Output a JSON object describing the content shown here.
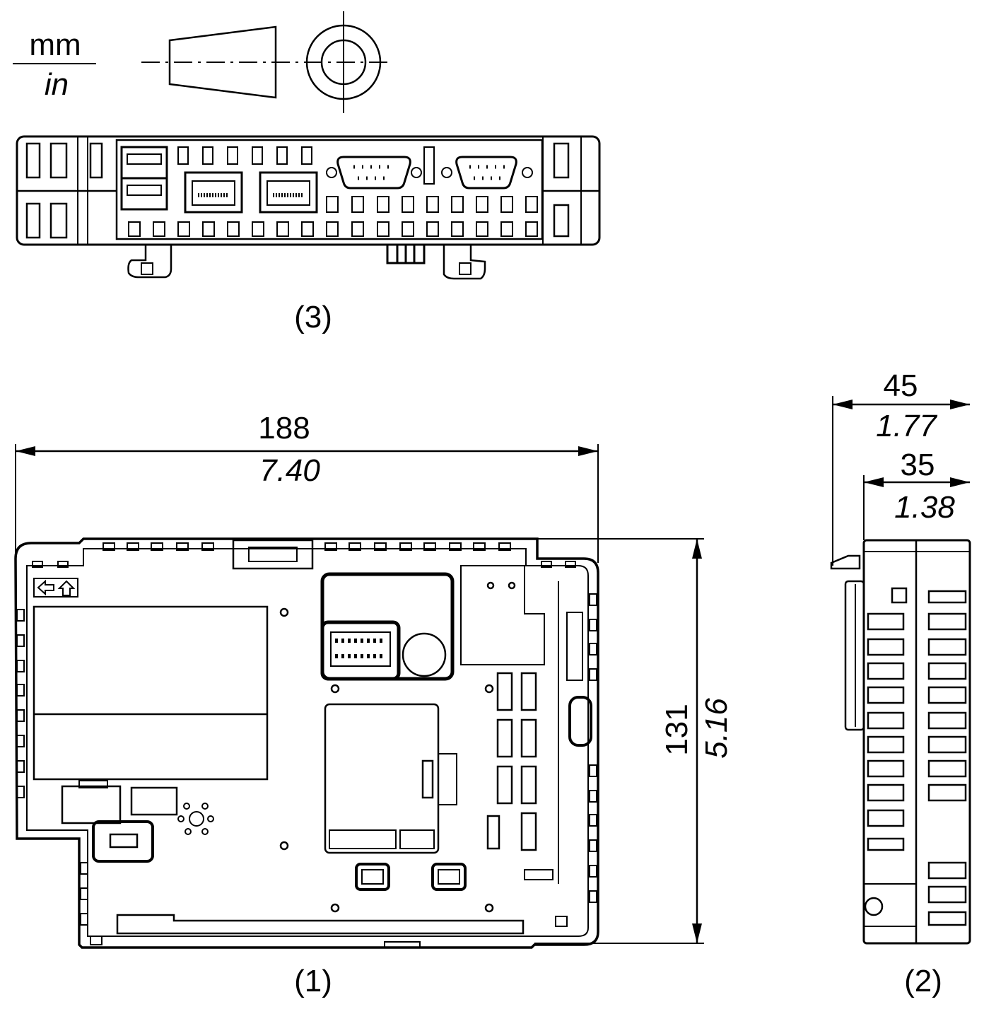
{
  "units": {
    "metric": "mm",
    "imperial": "in"
  },
  "views": {
    "rear": "(1)",
    "side": "(2)",
    "bottom": "(3)"
  },
  "dimensions": {
    "width": {
      "mm": "188",
      "in": "7.40"
    },
    "height": {
      "mm": "131",
      "in": "5.16"
    },
    "depth_total": {
      "mm": "45",
      "in": "1.77"
    },
    "depth_body": {
      "mm": "35",
      "in": "1.38"
    }
  },
  "colors": {
    "line": "#000000",
    "background": "#ffffff"
  }
}
